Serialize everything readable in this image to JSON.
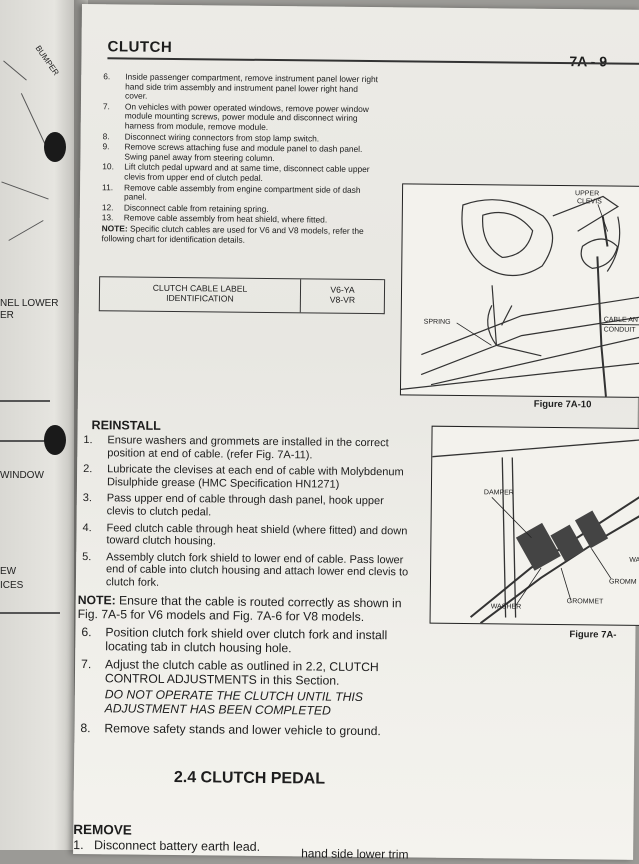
{
  "left_page": {
    "fragments": [
      "BUMPER",
      "NEL LOWER",
      "ER",
      "WINDOW",
      "EW",
      "ICES"
    ]
  },
  "header": {
    "title": "CLUTCH",
    "page_number": "7A - 9"
  },
  "removal_steps": [
    {
      "n": "6.",
      "text": "Inside passenger compartment, remove instrument panel lower right hand side trim assembly and instrument panel lower right hand cover."
    },
    {
      "n": "7.",
      "text": "On vehicles with power operated windows, remove power window module mounting screws, power module and disconnect wiring harness from module, remove module."
    },
    {
      "n": "8.",
      "text": "Disconnect wiring connectors from stop lamp switch."
    },
    {
      "n": "9.",
      "text": "Remove screws attaching fuse and module panel to dash panel. Swing panel away from steering column."
    },
    {
      "n": "10.",
      "text": "Lift clutch pedal upward and at same time, disconnect cable upper clevis from upper end of clutch pedal."
    },
    {
      "n": "11.",
      "text": "Remove cable assembly from engine compartment side of dash panel."
    },
    {
      "n": "12.",
      "text": "Disconnect cable from retaining spring."
    },
    {
      "n": "13.",
      "text": "Remove cable assembly from heat shield, where fitted."
    }
  ],
  "note1": {
    "label": "NOTE:",
    "text": "Specific clutch cables are used for V6 and V8 models, refer the following chart for identification details."
  },
  "table": {
    "header_line1": "CLUTCH CABLE LABEL",
    "header_line2": "IDENTIFICATION",
    "v6": "V6-YA",
    "v8": "V8-VR"
  },
  "reinstall": {
    "heading": "REINSTALL",
    "steps": [
      {
        "n": "1.",
        "text": "Ensure washers and grommets are installed in the correct position at end of cable. (refer Fig. 7A-11)."
      },
      {
        "n": "2.",
        "text": "Lubricate the clevises at each end of cable with Molybdenum Disulphide grease (HMC Specification HN1271)"
      },
      {
        "n": "3.",
        "text": "Pass upper end of cable through dash panel, hook upper clevis to clutch pedal."
      },
      {
        "n": "4.",
        "text": "Feed clutch cable through heat shield (where fitted) and down toward clutch housing."
      },
      {
        "n": "5.",
        "text": "Assembly clutch fork shield to lower end of cable. Pass lower end of cable into clutch housing and attach lower end clevis to clutch fork."
      }
    ],
    "note_label": "NOTE:",
    "note_text": "Ensure that the cable is routed correctly as shown in Fig. 7A-5 for V6 models and Fig. 7A-6 for V8 models.",
    "steps2": [
      {
        "n": "6.",
        "text": "Position clutch fork shield over clutch fork and install locating tab in clutch housing hole."
      },
      {
        "n": "7.",
        "text": "Adjust the clutch cable as outlined in 2.2, CLUTCH CONTROL ADJUSTMENTS in this Section."
      }
    ],
    "warning": "DO NOT OPERATE THE CLUTCH UNTIL THIS ADJUSTMENT HAS BEEN COMPLETED",
    "step8": {
      "n": "8.",
      "text": "Remove safety stands and lower vehicle to ground."
    }
  },
  "section": {
    "title": "2.4 CLUTCH PEDAL"
  },
  "remove": {
    "heading": "REMOVE",
    "step1": {
      "n": "1.",
      "text": "Disconnect battery earth lead."
    },
    "step2_fragment": "hand side lower trim"
  },
  "figure1": {
    "caption": "Figure 7A-10",
    "labels": {
      "upper_clevis_1": "UPPER",
      "upper_clevis_2": "CLEVIS",
      "spring": "SPRING",
      "cable_1": "CABLE AN",
      "cable_2": "CONDUIT"
    }
  },
  "figure2": {
    "caption": "Figure 7A-",
    "labels": {
      "damper": "DAMPER",
      "washer": "WASHER",
      "grommet": "GROMMET",
      "grommet2": "GROMM",
      "wa": "WA"
    }
  }
}
